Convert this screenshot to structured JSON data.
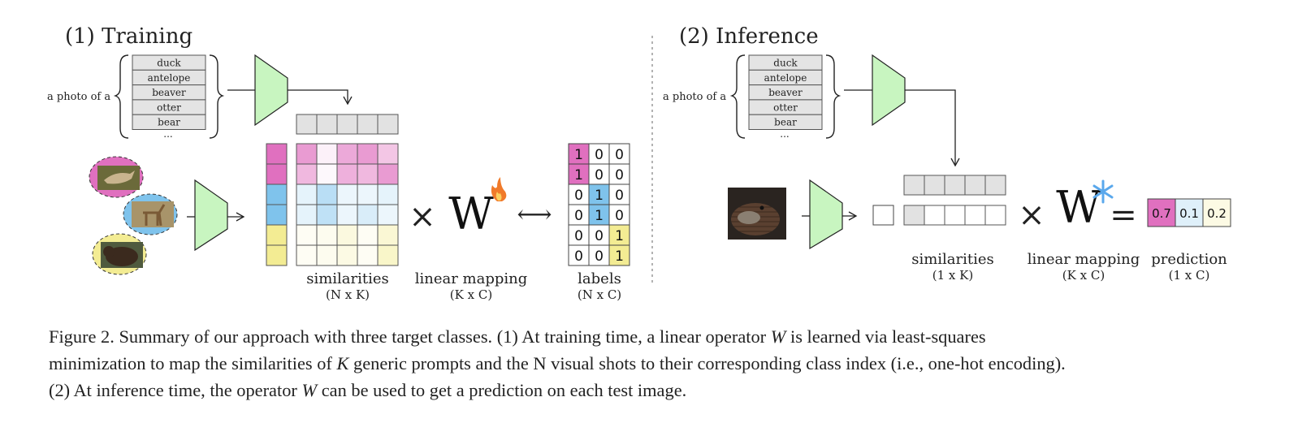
{
  "training": {
    "title": "(1) Training",
    "prompt_prefix": "a photo of a",
    "class_names": [
      "duck",
      "antelope",
      "beaver",
      "otter",
      "bear"
    ],
    "more": "...",
    "similarities_label": "similarities",
    "similarities_dims": "(N x K)",
    "mapping_symbol": "W",
    "mapping_label": "linear mapping",
    "mapping_dims": "(K x C)",
    "labels_label": "labels",
    "labels_dims": "(N x C)",
    "times": "×",
    "arrow": "⟷",
    "labels_matrix": [
      [
        1,
        0,
        0
      ],
      [
        1,
        0,
        0
      ],
      [
        0,
        1,
        0
      ],
      [
        0,
        1,
        0
      ],
      [
        0,
        0,
        1
      ],
      [
        0,
        0,
        1
      ]
    ]
  },
  "inference": {
    "title": "(2) Inference",
    "prompt_prefix": "a photo of a",
    "class_names": [
      "duck",
      "antelope",
      "beaver",
      "otter",
      "bear"
    ],
    "more": "...",
    "similarities_label": "similarities",
    "similarities_dims": "(1 x K)",
    "mapping_symbol": "W",
    "mapping_label": "linear mapping",
    "mapping_dims": "(K x C)",
    "prediction_label": "prediction",
    "prediction_dims": "(1 x C)",
    "prediction_values": [
      "0.7",
      "0.1",
      "0.2"
    ],
    "times": "×",
    "equals": "="
  },
  "colors": {
    "class1": "#e070bf",
    "class2": "#7fc3ec",
    "class3": "#f3ec93",
    "encoder": "#c8f5c0",
    "text_cell": "#e4e4e4"
  },
  "caption": {
    "line1_a": "Figure 2.  Summary of our approach with three target classes.  (1) At training time, a linear operator ",
    "line1_math": "W",
    "line1_b": " is learned via least-squares",
    "line2_a": "minimization to map the similarities of ",
    "line2_math": "K",
    "line2_b": " generic prompts and the N visual shots to their corresponding class index (i.e., one-hot encoding).",
    "line3_a": "(2) At inference time, the operator ",
    "line3_math": "W",
    "line3_b": " can be used to get a prediction on each test image."
  }
}
